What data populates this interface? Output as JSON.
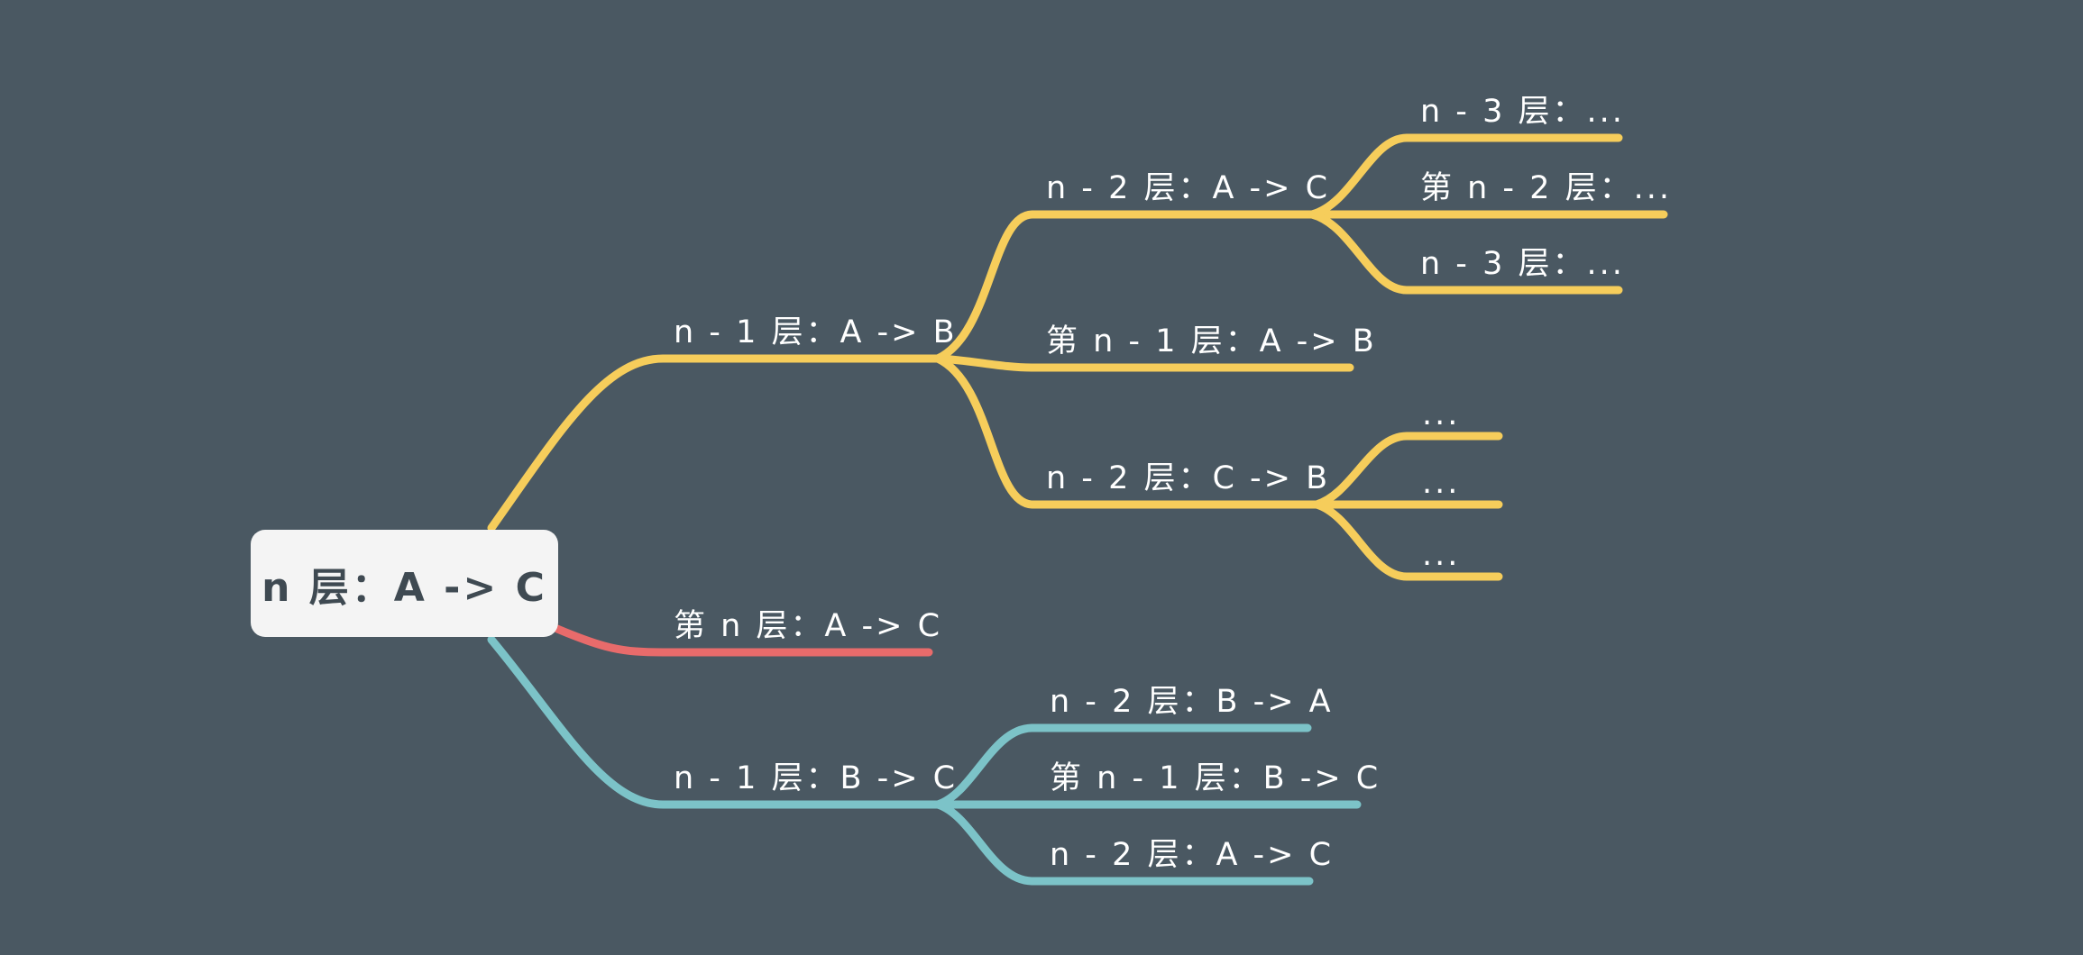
{
  "colors": {
    "background": "#4a5862",
    "upper_branch": "#f6cd5b",
    "middle_branch": "#e86b6b",
    "lower_branch": "#7cc3c8",
    "root_box": "#f4f4f4",
    "root_text": "#3f4a52",
    "label_text": "#ffffff"
  },
  "root": {
    "label": "n 层：A -> C"
  },
  "upper": {
    "label": "n - 1 层：A -> B",
    "first": {
      "label": "n - 2 层：A -> C",
      "children": [
        "n - 3 层：...",
        "第 n - 2 层：...",
        "n - 3 层：..."
      ]
    },
    "middle": {
      "label": "第 n - 1 层：A -> B"
    },
    "second": {
      "label": "n - 2 层：C -> B",
      "children": [
        "...",
        "...",
        "..."
      ]
    }
  },
  "middle": {
    "label": "第 n 层：A -> C"
  },
  "lower": {
    "label": "n - 1 层：B -> C",
    "children": [
      "n - 2 层：B -> A",
      "第 n - 1 层：B -> C",
      "n - 2 层：A -> C"
    ]
  }
}
